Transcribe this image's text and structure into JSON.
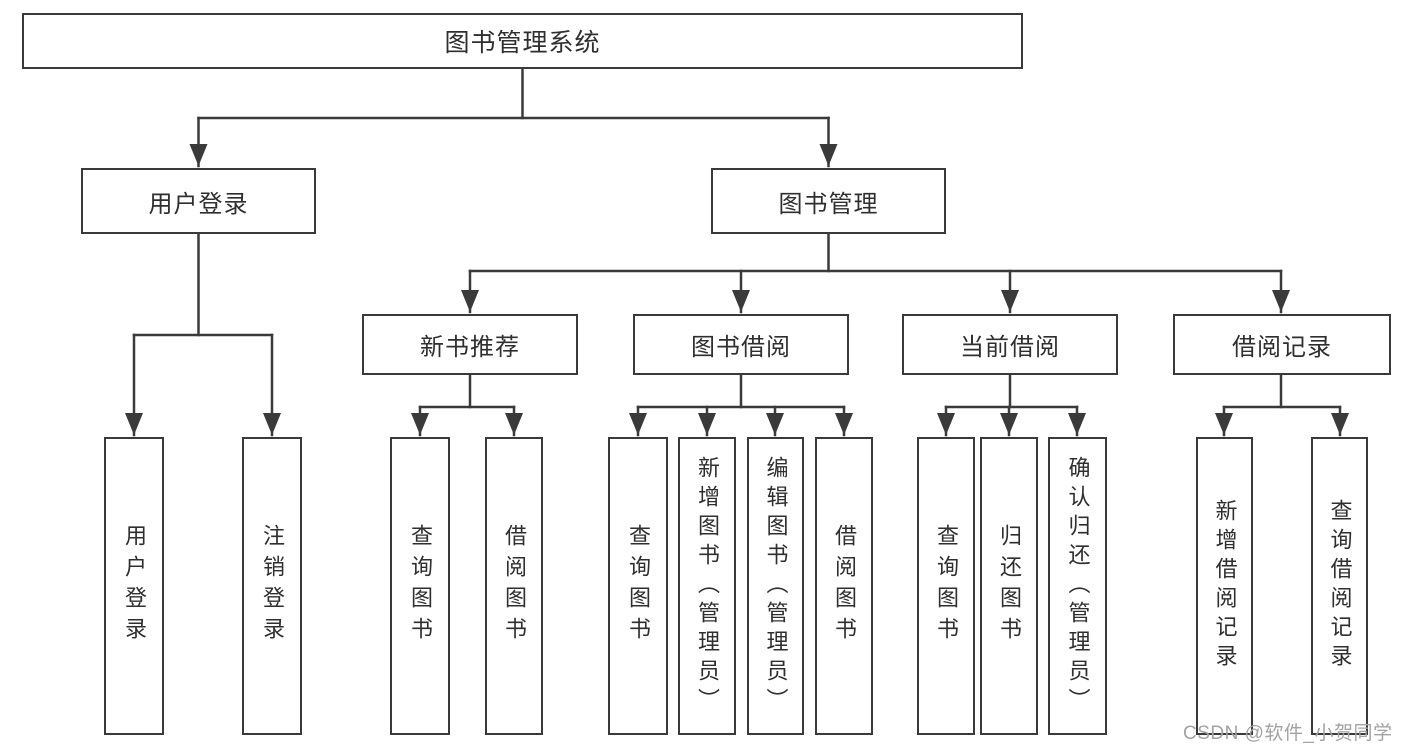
{
  "diagram": {
    "root": "图书管理系统",
    "level2": [
      {
        "label": "用户登录"
      },
      {
        "label": "图书管理"
      }
    ],
    "level3": [
      {
        "label": "新书推荐"
      },
      {
        "label": "图书借阅"
      },
      {
        "label": "当前借阅"
      },
      {
        "label": "借阅记录"
      }
    ],
    "leaves": {
      "user_login": [
        "用户登录",
        "注销登录"
      ],
      "new_book_recommend": [
        "查询图书",
        "借阅图书"
      ],
      "book_borrow": [
        "查询图书",
        "新增图书（管理员）",
        "编辑图书（管理员）",
        "借阅图书"
      ],
      "current_borrow": [
        "查询图书",
        "归还图书",
        "确认归还（管理员）"
      ],
      "borrow_record": [
        "新增借阅记录",
        "查询借阅记录"
      ]
    }
  },
  "watermark": {
    "text": "CSDN @软件_小贺同学"
  },
  "colors": {
    "background": "#ffffff",
    "line": "#3a3a3a",
    "text": "#2f2f2f",
    "watermark": "#a3a3a3"
  }
}
